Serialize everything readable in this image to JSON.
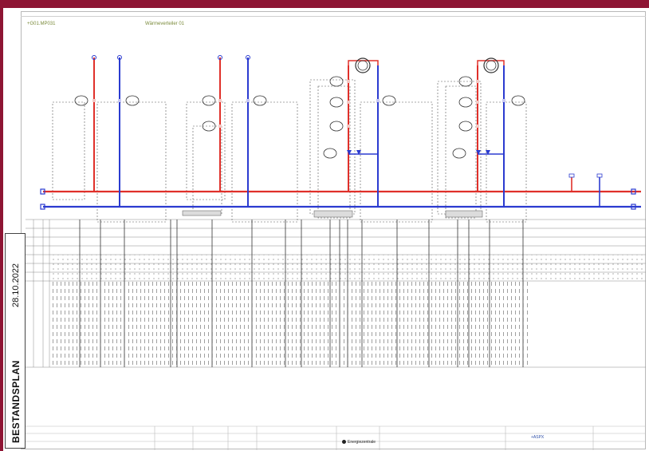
{
  "document": {
    "plan_label": "BESTANDSPLAN",
    "plan_date": "28.10.2022",
    "drawing_id": "+G01.MP031",
    "drawing_title": "Wärmeverteiler 01"
  },
  "colors": {
    "supply": "#e0302a",
    "return": "#2b3bd0",
    "frame": "#8e1534"
  },
  "titleblock": {
    "logo_text": "Energiezentrale",
    "sheet_code": "+ASPX"
  }
}
